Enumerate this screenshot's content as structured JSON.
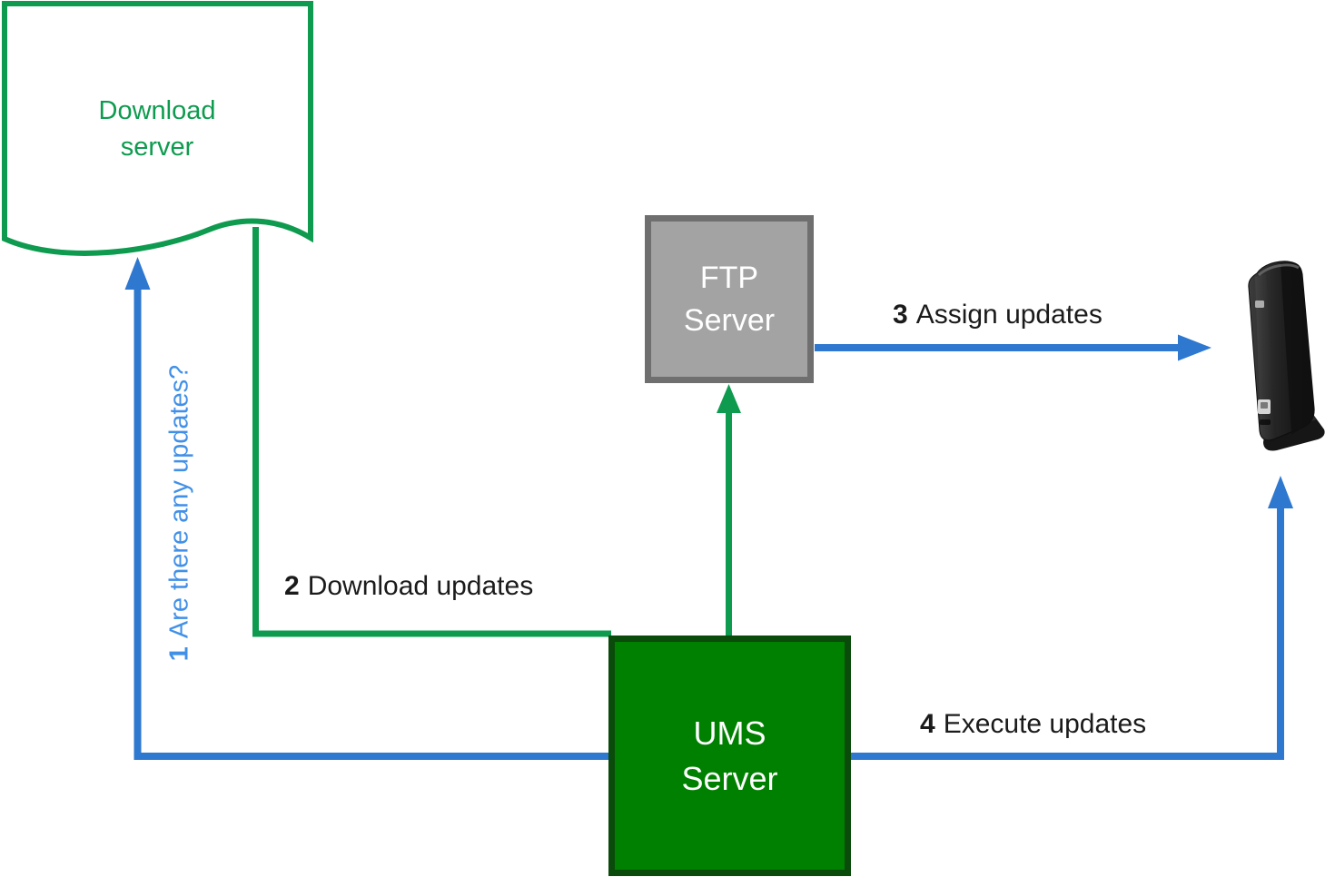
{
  "nodes": {
    "download_server": {
      "lines": [
        "Download",
        "server"
      ]
    },
    "ftp_server": {
      "lines": [
        "FTP",
        "Server"
      ]
    },
    "ums_server": {
      "lines": [
        "UMS",
        "Server"
      ]
    },
    "thin_client": {
      "icon": "thin-client-device"
    }
  },
  "steps": [
    {
      "number": "1",
      "text": "Are there any updates?"
    },
    {
      "number": "2",
      "text": "Download updates"
    },
    {
      "number": "3",
      "text": "Assign updates"
    },
    {
      "number": "4",
      "text": "Execute updates"
    }
  ],
  "colors": {
    "green_line": "#0e9b4f",
    "ums_fill": "#008000",
    "ums_border": "#0a4a0a",
    "ftp_fill": "#a3a3a3",
    "ftp_border": "#6f6f6f",
    "blue_line": "#2e78cf",
    "blue_text": "#4190e8",
    "label_text": "#1b1b1b"
  }
}
